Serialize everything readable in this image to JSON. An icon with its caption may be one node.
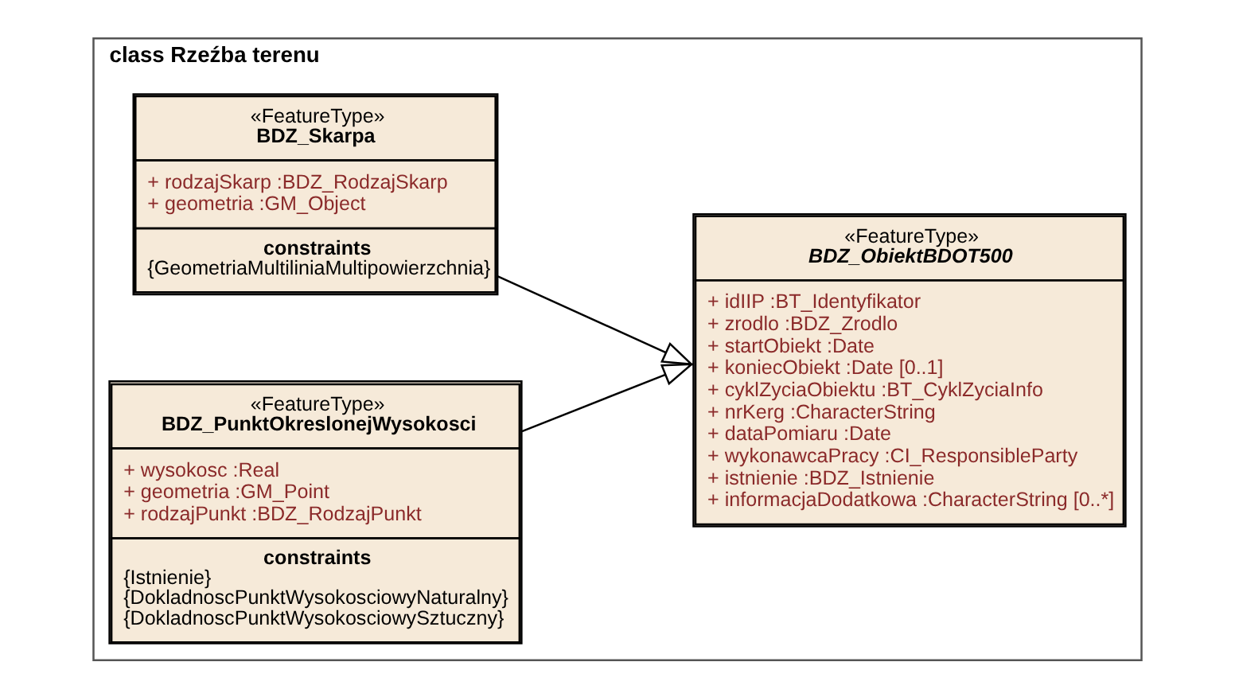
{
  "diagram": {
    "nodes": [
      {
        "text": [
          "class Rzeźba terenu"
        ]
      },
      {
        "text": [
          "«FeatureType»",
          "BDZ_Skarpa",
          "+ rodzajSkarp :BDZ_RodzajSkarp",
          "+ geometria :GM_Object",
          "constraints",
          "{GeometriaMultiliniaMultipowierzchnia}"
        ],
        "in": 0
      },
      {
        "text": [
          "«FeatureType»",
          "BDZ_PunktOkreslonejWysokosci",
          "+ wysokosc :Real",
          "+ geometria :GM_Point",
          "+ rodzajPunkt :BDZ_RodzajPunkt",
          "constraints",
          "{Istnienie}",
          "{DokladnoscPunktWysokosciowyNaturalny}",
          "{DokladnoscPunktWysokosciowySztuczny}"
        ],
        "in": 0
      },
      {
        "text": [
          "«FeatureType»",
          "BDZ_ObiektBDOT500",
          "+ idIIP :BT_Identyfikator",
          "+ zrodlo :BDZ_Zrodlo",
          "+ startObiekt :Date",
          "+ koniecObiekt :Date [0..1]",
          "+ cyklZyciaObiektu :BT_CyklZyciaInfo",
          "+ nrKerg :CharacterString",
          "+ dataPomiaru :Date",
          "+ wykonawcaPracy :CI_ResponsibleParty",
          "+ istnienie :BDZ_Istnienie",
          "+ informacjaDodatkowa :CharacterString [0..*]"
        ],
        "in": 0
      }
    ],
    "edges": [
      {
        "from": 1,
        "to": 3,
        "arrow": "to"
      },
      {
        "from": 2,
        "to": 3,
        "arrow": "to"
      }
    ]
  }
}
